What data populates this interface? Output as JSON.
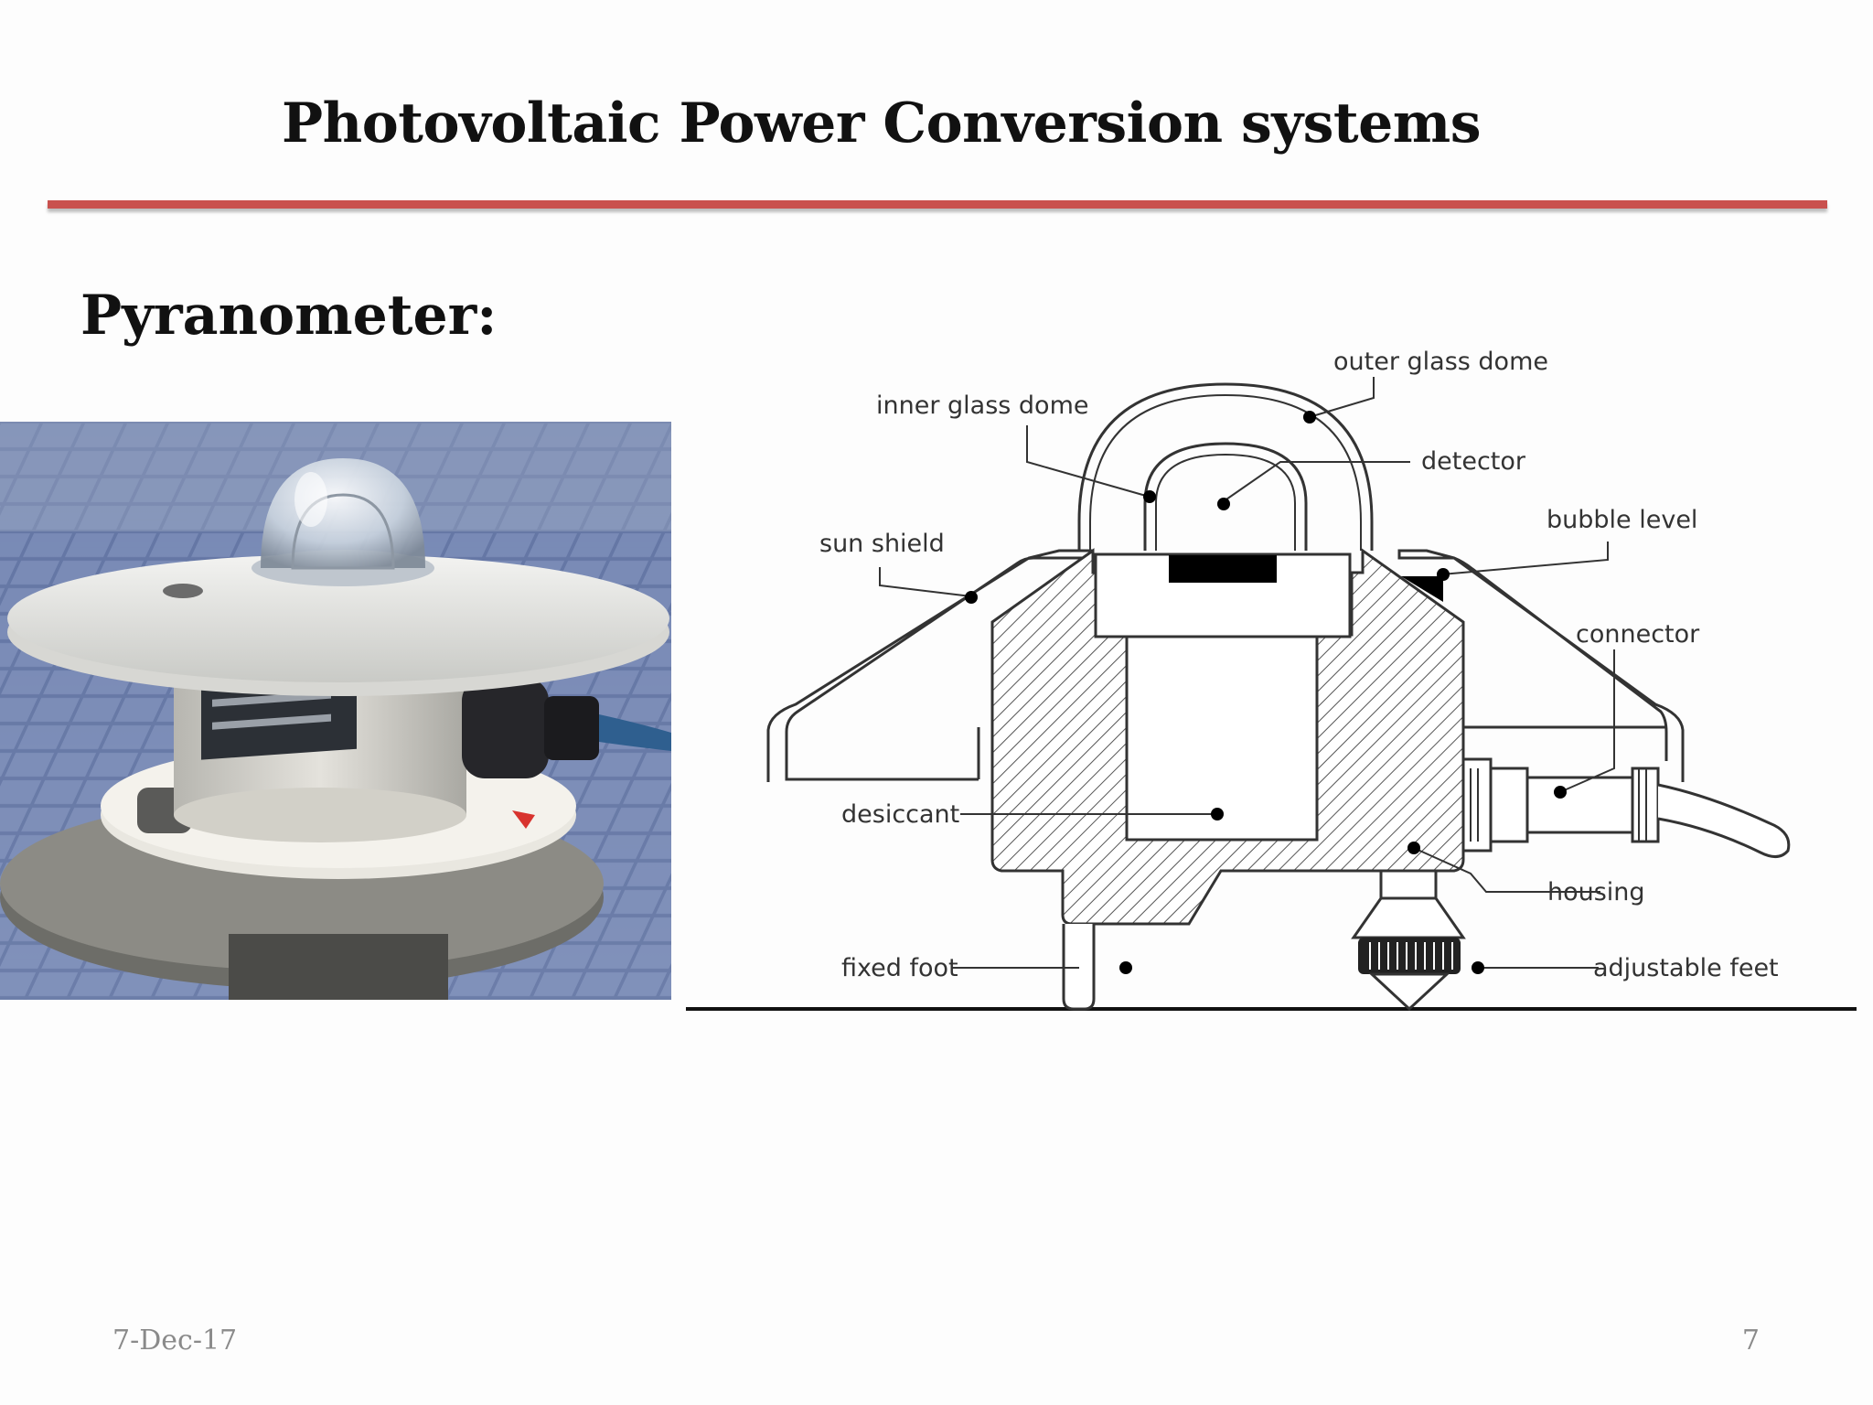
{
  "slide": {
    "title": "Photovoltaic Power Conversion systems",
    "subtitle": "Pyranometer:",
    "footer_date": "7-Dec-17",
    "page_number": "7",
    "accent_color": "#c9514e"
  },
  "diagram": {
    "labels": {
      "outer_glass_dome": "outer glass dome",
      "inner_glass_dome": "inner glass dome",
      "detector": "detector",
      "sun_shield": "sun shield",
      "bubble_level": "bubble level",
      "connector": "connector",
      "desiccant": "desiccant",
      "housing": "housing",
      "fixed_foot": "fixed foot",
      "adjustable_feet": "adjustable feet"
    }
  }
}
